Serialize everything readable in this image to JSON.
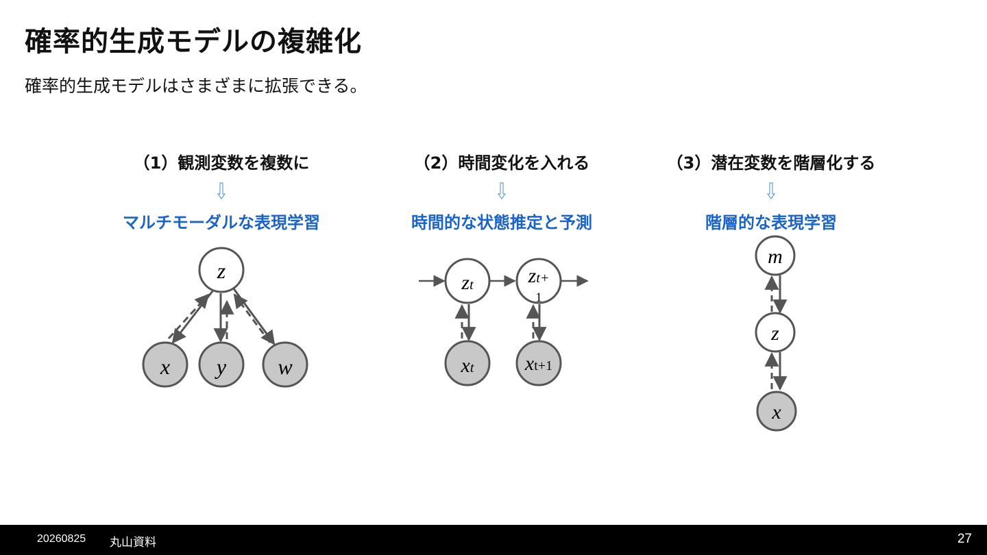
{
  "slide": {
    "title": "確率的生成モデルの複雑化",
    "subtitle": "確率的生成モデルはさまざまに拡張できる。"
  },
  "columns": [
    {
      "heading": "（1）観測変数を複数に",
      "result": "マルチモーダルな表現学習"
    },
    {
      "heading": "（2）時間変化を入れる",
      "result": "時間的な状態推定と予測"
    },
    {
      "heading": "（3）潜在変数を階層化する",
      "result": "階層的な表現学習"
    }
  ],
  "diagrams": {
    "multimodal": {
      "latent": "z",
      "observed": [
        "x",
        "y",
        "w"
      ]
    },
    "temporal": {
      "latent": [
        {
          "base": "z",
          "sub": "t"
        },
        {
          "base": "z",
          "sub": "t+",
          "wrap": "1"
        }
      ],
      "observed": [
        {
          "base": "x",
          "sub": "t"
        },
        {
          "base": "x",
          "sub": "t+1"
        }
      ]
    },
    "hierarchical": {
      "nodes": [
        "m",
        "z",
        "x"
      ]
    }
  },
  "colors": {
    "accent": "#1a63c9",
    "observed_fill": "#c8c8c8",
    "edge": "#555555",
    "footer_bg": "#000000"
  },
  "footer": {
    "date": "20260825",
    "author": "丸山資料",
    "page": "27"
  }
}
